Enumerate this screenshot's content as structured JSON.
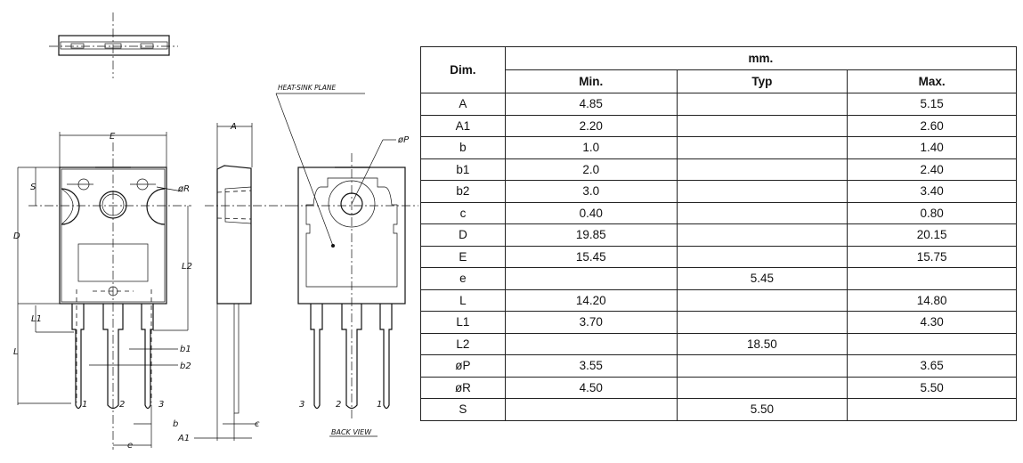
{
  "drawing": {
    "labels": {
      "E": "E",
      "A": "A",
      "S": "S",
      "D": "D",
      "L": "L",
      "L1": "L1",
      "L2": "L2",
      "b": "b",
      "b1": "b1",
      "b2": "b2",
      "c": "c",
      "e": "e",
      "A1": "A1",
      "oR": "øR",
      "oP": "øP"
    },
    "heat_sink_label": "HEAT-SINK PLANE",
    "back_view_label": "BACK VIEW",
    "pin_numbers_front": [
      "1",
      "2",
      "3"
    ],
    "pin_numbers_back": [
      "3",
      "2",
      "1"
    ]
  },
  "table": {
    "dim_header": "Dim.",
    "unit_header": "mm.",
    "columns": [
      "Min.",
      "Typ",
      "Max."
    ],
    "rows": [
      {
        "dim": "A",
        "min": "4.85",
        "typ": "",
        "max": "5.15"
      },
      {
        "dim": "A1",
        "min": "2.20",
        "typ": "",
        "max": "2.60"
      },
      {
        "dim": "b",
        "min": "1.0",
        "typ": "",
        "max": "1.40"
      },
      {
        "dim": "b1",
        "min": "2.0",
        "typ": "",
        "max": "2.40"
      },
      {
        "dim": "b2",
        "min": "3.0",
        "typ": "",
        "max": "3.40"
      },
      {
        "dim": "c",
        "min": "0.40",
        "typ": "",
        "max": "0.80"
      },
      {
        "dim": "D",
        "min": "19.85",
        "typ": "",
        "max": "20.15"
      },
      {
        "dim": "E",
        "min": "15.45",
        "typ": "",
        "max": "15.75"
      },
      {
        "dim": "e",
        "min": "",
        "typ": "5.45",
        "max": ""
      },
      {
        "dim": "L",
        "min": "14.20",
        "typ": "",
        "max": "14.80"
      },
      {
        "dim": "L1",
        "min": "3.70",
        "typ": "",
        "max": "4.30"
      },
      {
        "dim": "L2",
        "min": "",
        "typ": "18.50",
        "max": ""
      },
      {
        "dim": "øP",
        "min": "3.55",
        "typ": "",
        "max": "3.65"
      },
      {
        "dim": "øR",
        "min": "4.50",
        "typ": "",
        "max": "5.50"
      },
      {
        "dim": "S",
        "min": "",
        "typ": "5.50",
        "max": ""
      }
    ]
  }
}
